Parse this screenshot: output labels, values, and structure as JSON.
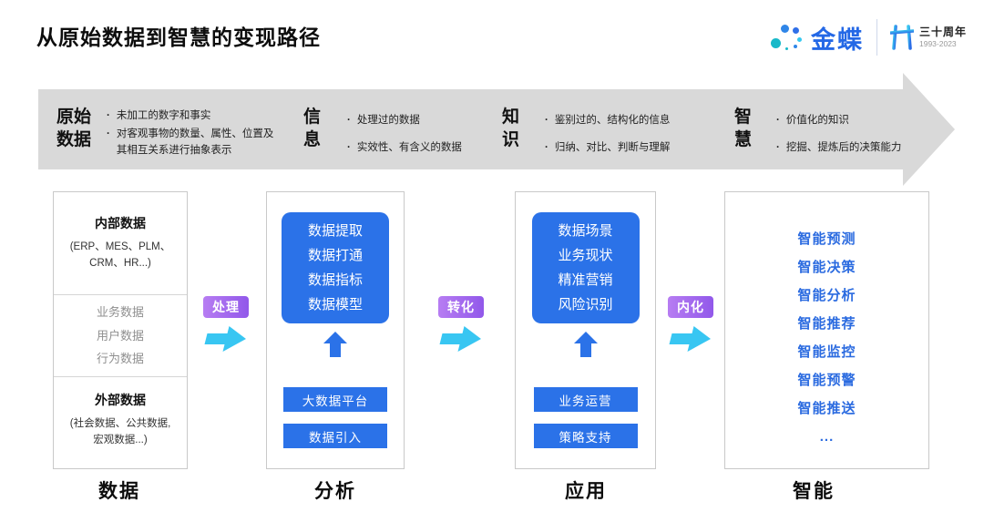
{
  "colors": {
    "brand_blue": "#2468e6",
    "box_blue": "#2b72e8",
    "text_blue": "#2b6be0",
    "arrow_cyan": "#38c6f2",
    "badge_purple": "#9d6bee",
    "banner_gray": "#d9d9d9"
  },
  "header": {
    "title": "从原始数据到智慧的变现路径",
    "logo": {
      "brand": "金蝶",
      "anniversary": "三十周年",
      "years": "1993-2023"
    }
  },
  "banner": {
    "stages": [
      {
        "title": "原始\n数据",
        "bullets": [
          "未加工的数字和事实",
          "对客观事物的数量、属性、位置及其相互关系进行抽象表示"
        ]
      },
      {
        "title": "信\n息",
        "bullets": [
          "处理过的数据",
          "实效性、有含义的数据"
        ]
      },
      {
        "title": "知\n识",
        "bullets": [
          "鉴别过的、结构化的信息",
          "归纳、对比、判断与理解"
        ]
      },
      {
        "title": "智\n慧",
        "bullets": [
          "价值化的知识",
          "挖掘、提炼后的决策能力"
        ]
      }
    ]
  },
  "columns": {
    "data": {
      "internal_title": "内部数据",
      "internal_sub": "(ERP、MES、PLM、\nCRM、HR...)",
      "middle_items": [
        "业务数据",
        "用户数据",
        "行为数据"
      ],
      "external_title": "外部数据",
      "external_sub": "(社会数据、公共数据,\n宏观数据...)",
      "footer": "数据"
    },
    "analysis": {
      "pill_items": [
        "数据提取",
        "数据打通",
        "数据指标",
        "数据模型"
      ],
      "buttons": [
        "大数据平台",
        "数据引入"
      ],
      "footer": "分析"
    },
    "application": {
      "pill_items": [
        "数据场景",
        "业务现状",
        "精准营销",
        "风险识别"
      ],
      "buttons": [
        "业务运营",
        "策略支持"
      ],
      "footer": "应用"
    },
    "intelligence": {
      "items": [
        "智能预测",
        "智能决策",
        "智能分析",
        "智能推荐",
        "智能监控",
        "智能预警",
        "智能推送",
        "..."
      ],
      "footer": "智能"
    }
  },
  "connectors": [
    {
      "label": "处理"
    },
    {
      "label": "转化"
    },
    {
      "label": "内化"
    }
  ]
}
